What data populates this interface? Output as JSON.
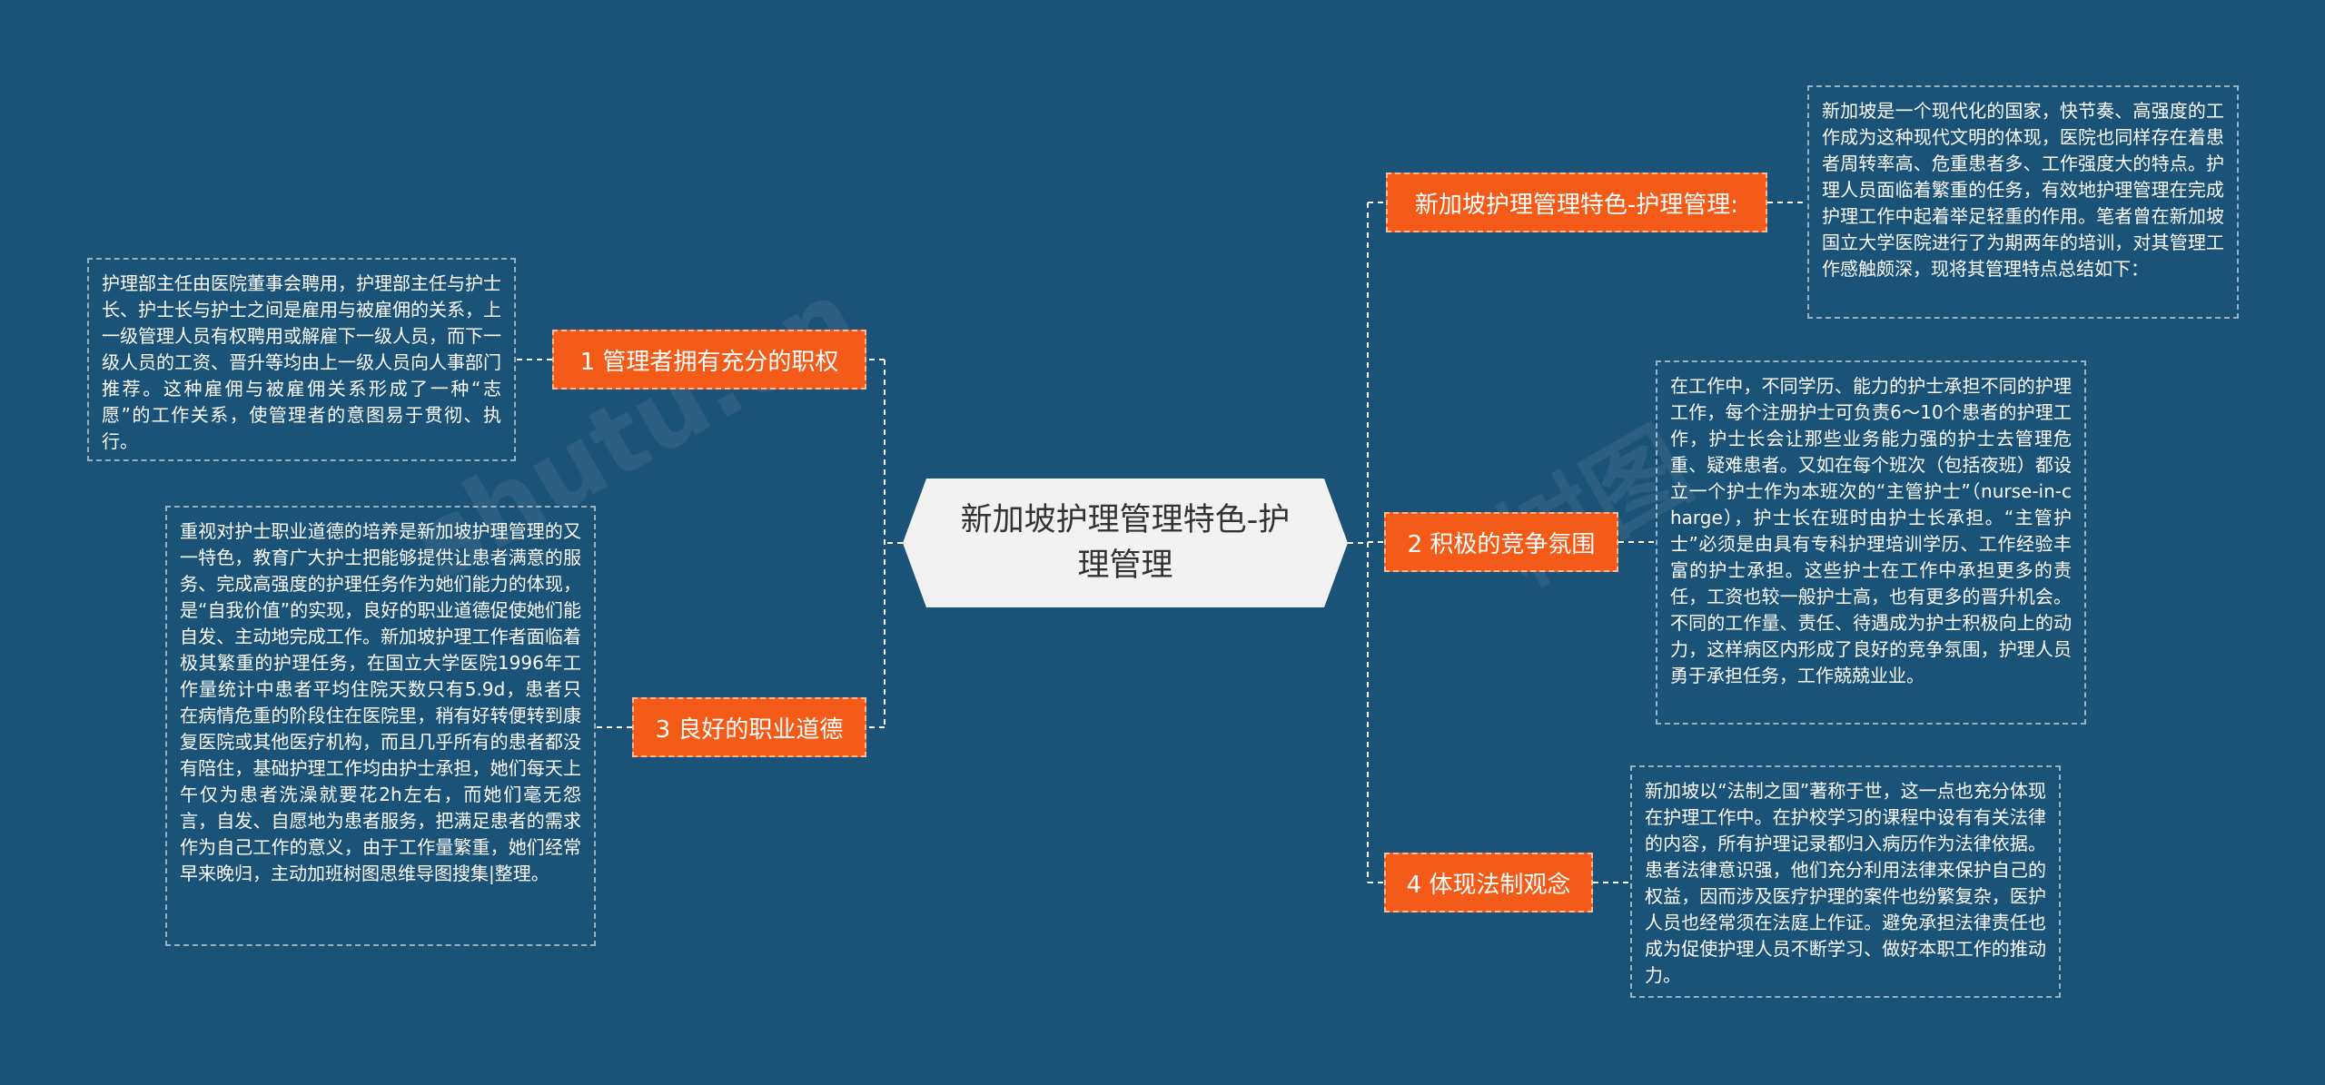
{
  "watermarks": [
    "shutu.cn",
    "树图"
  ],
  "center": {
    "title": "新加坡护理管理特色-护理管理"
  },
  "branches": {
    "intro": {
      "label": "新加坡护理管理特色-护理管理:"
    },
    "b1": {
      "label": "1 管理者拥有充分的职权"
    },
    "b2": {
      "label": "2 积极的竞争氛围"
    },
    "b3": {
      "label": "3 良好的职业道德"
    },
    "b4": {
      "label": "4 体现法制观念"
    }
  },
  "notes": {
    "intro": "新加坡是一个现代化的国家，快节奏、高强度的工作成为这种现代文明的体现，医院也同样存在着患者周转率高、危重患者多、工作强度大的特点。护理人员面临着繁重的任务，有效地护理管理在完成护理工作中起着举足轻重的作用。笔者曾在新加坡国立大学医院进行了为期两年的培训，对其管理工作感触颇深，现将其管理特点总结如下：",
    "b1": "护理部主任由医院董事会聘用，护理部主任与护士长、护士长与护士之间是雇用与被雇佣的关系，上一级管理人员有权聘用或解雇下一级人员，而下一级人员的工资、晋升等均由上一级人员向人事部门推荐。这种雇佣与被雇佣关系形成了一种“志愿”的工作关系，使管理者的意图易于贯彻、执行。",
    "b2": "在工作中，不同学历、能力的护士承担不同的护理工作，每个注册护士可负责6～10个患者的护理工作，护士长会让那些业务能力强的护士去管理危重、疑难患者。又如在每个班次（包括夜班）都设立一个护士作为本班次的“主管护士”（nurse-in-charge），护士长在班时由护士长承担。“主管护士”必须是由具有专科护理培训学历、工作经验丰富的护士承担。这些护士在工作中承担更多的责任，工资也较一般护士高，也有更多的晋升机会。不同的工作量、责任、待遇成为护士积极向上的动力，这样病区内形成了良好的竞争氛围，护理人员勇于承担任务，工作兢兢业业。",
    "b3": "重视对护士职业道德的培养是新加坡护理管理的又一特色，教育广大护士把能够提供让患者满意的服务、完成高强度的护理任务作为她们能力的体现，是“自我价值”的实现，良好的职业道德促使她们能自发、主动地完成工作。新加坡护理工作者面临着极其繁重的护理任务，在国立大学医院1996年工作量统计中患者平均住院天数只有5.9d，患者只在病情危重的阶段住在医院里，稍有好转便转到康复医院或其他医疗机构，而且几乎所有的患者都没有陪住，基础护理工作均由护士承担，她们每天上午仅为患者洗澡就要花2h左右，而她们毫无怨言，自发、自愿地为患者服务，把满足患者的需求作为自己工作的意义，由于工作量繁重，她们经常早来晚归，主动加班树图思维导图搜集|整理。",
    "b4": "新加坡以“法制之国”著称于世，这一点也充分体现在护理工作中。在护校学习的课程中设有有关法律的内容，所有护理记录都归入病历作为法律依据。患者法律意识强，他们充分利用法律来保护自己的权益，因而涉及医疗护理的案件也纷繁复杂，医护人员也经常须在法庭上作证。避免承担法律责任也成为促使护理人员不断学习、做好本职工作的推动力。"
  },
  "colors": {
    "background": "#1b5277",
    "branch": "#f45b19",
    "center": "#f2f2f2",
    "connector": "#ffffff"
  }
}
